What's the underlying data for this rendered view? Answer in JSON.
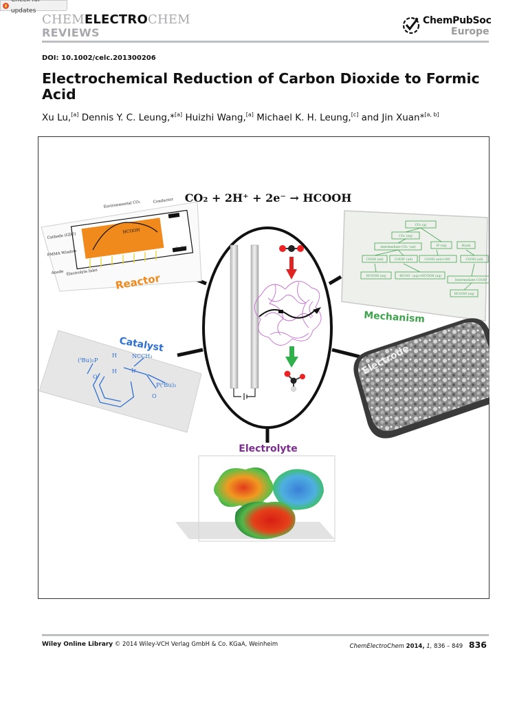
{
  "badge": {
    "label": "Check for updates"
  },
  "journal": {
    "prefix": "CHEM",
    "middle": "ELECTRO",
    "suffix": "CHEM",
    "section": "REVIEWS"
  },
  "publisher": {
    "name": "ChemPubSoc",
    "region": "Europe"
  },
  "doi": "DOI: 10.1002/celc.201300206",
  "title": "Electrochemical Reduction of Carbon Dioxide to Formic Acid",
  "authors": [
    {
      "name": "Xu Lu,",
      "affil": "[a]"
    },
    {
      "name": "Dennis Y. C. Leung,*",
      "affil": "[a]"
    },
    {
      "name": "Huizhi Wang,",
      "affil": "[a]"
    },
    {
      "name": "Michael K. H. Leung,",
      "affil": "[c]"
    },
    {
      "name": "and Jin Xuan*",
      "affil": "[a, b]"
    }
  ],
  "figure": {
    "equation": "CO₂ + 2H⁺ + 2e⁻ → HCOOH",
    "labels": {
      "reactor": "Reactor",
      "mechanism": "Mechanism",
      "catalyst": "Catalyst",
      "electrode": "Electrode",
      "electrolyte": "Electrolyte"
    },
    "reactor_panel": {
      "environment": "Environmental CO₂",
      "conductor": "Conductor",
      "cathode": "Cathode (GDE)",
      "window": "PMMA Window",
      "product": "HCOOH",
      "outlet": "Outlet",
      "anode": "Anode",
      "inlet": "Electrolyte Inlet"
    },
    "mechanism_nodes": [
      "CO₂ (g)",
      "CO₂ (aq)",
      "H⁺(aq)",
      "H(ad)",
      "intermediate CO₂⁻(ad)",
      "COOH (ad)",
      "COOH⁻(ad)",
      "COOH (ad)+OH⁻",
      "COOH (ad)",
      "HCOOH (aq)",
      "-HCOO⁻ (aq)+HCOOH (aq)",
      "Intermediate COOH⁻",
      "HCOOH (aq)"
    ],
    "catalyst_panel": {
      "group_left": "(ᵗBu)₂P",
      "group_right": "P(ᵗBu)₂",
      "ligand": "NCCH₃",
      "hydride": "H",
      "metal": "Ir",
      "oxygen": "O"
    }
  },
  "footer": {
    "brand": "Wiley Online Library",
    "copyright": "© 2014 Wiley-VCH Verlag GmbH & Co. KGaA, Weinheim",
    "journal": "ChemElectroChem",
    "year": "2014,",
    "volume": "1,",
    "pages": "836 – 849",
    "page": "836"
  },
  "colors": {
    "accent_orange": "#f08a1c",
    "mechanism_green": "#3fa34d",
    "catalyst_blue": "#2e6fd0",
    "electrolyte_purple": "#7b2d8e",
    "arrow_red": "#e02424",
    "arrow_green": "#2fb04a",
    "header_gray": "#a7a9ac"
  }
}
